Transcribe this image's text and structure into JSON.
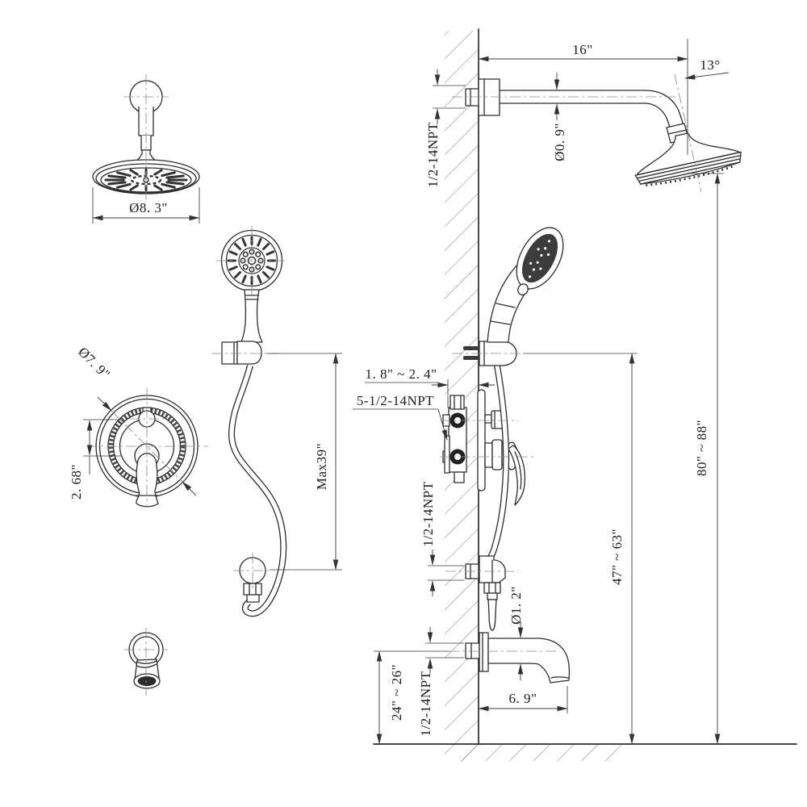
{
  "colors": {
    "background": "#ffffff",
    "line": "#2d2d2d",
    "dimension": "#3a3a3a",
    "centerline": "#8c8c8c",
    "hatch": "#6f6f6f"
  },
  "views": {
    "overhead_shower_front": {
      "diameter": "Ø8. 3\""
    },
    "hand_shower_front": {
      "hose_length": "Max39\""
    },
    "valve_trim_front": {
      "trim_diameter": "Ø7. 9\"",
      "control_spacing": "2. 68\""
    },
    "installation_side": {
      "arm_length": "16\"",
      "head_tilt_angle": "13°",
      "arm_diameter": "Ø0. 9\"",
      "arm_wall_thread": "1/2-14NPT",
      "valve_rough_in_depth": "1. 8\" ~ 2. 4\"",
      "valve_connection_thread": "5-1/2-14NPT",
      "hose_outlet_thread": "1/2-14NPT",
      "spout_diameter": "Ø1. 2\"",
      "spout_reach": "6. 9\"",
      "spout_height_range": "24\" ~ 26\"",
      "spout_thread": "1/2-14NPT",
      "hand_shower_height_range": "47\" ~ 63\"",
      "overall_height_range": "80\" ~ 88\""
    }
  }
}
